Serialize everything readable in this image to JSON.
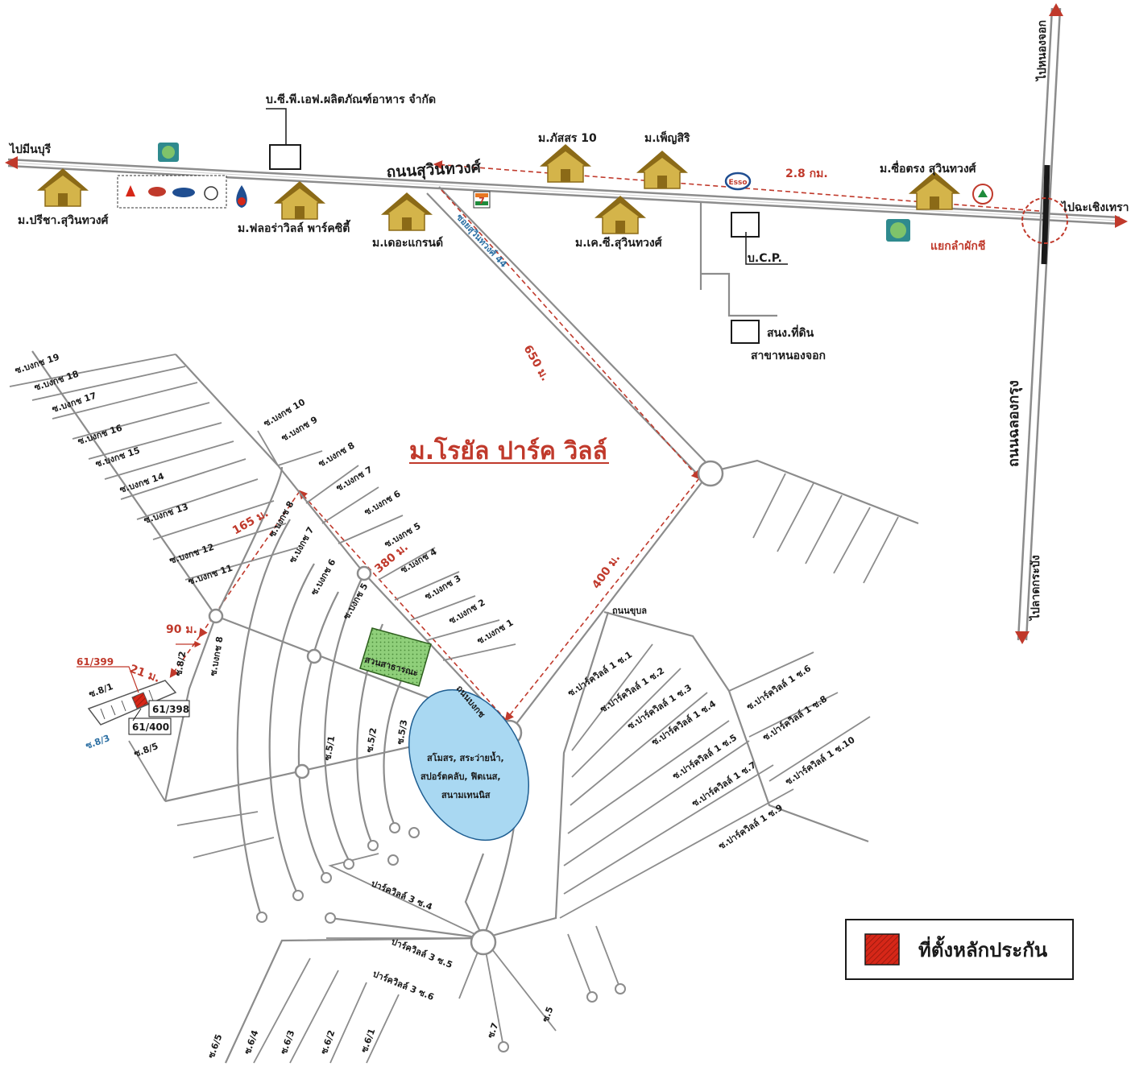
{
  "colors": {
    "road": "#8c8c8c",
    "route": "#c0392b",
    "house_roof": "#8b6a17",
    "house_body": "#d4b44a",
    "lake": "#a9d8f2",
    "park": "#8fcf7a",
    "target": "#d62718",
    "accent": "#c0392b"
  },
  "main_roads": {
    "sukhumvit": "ถนนสุวินทวงศ์",
    "chalong_krung": "ถนนฉลองกรุง",
    "to_minburi": "ไปมีนบุรี",
    "to_chachoengsao": "ไปฉะเชิงเทรา",
    "to_nong_chok": "ไปหนองจอก",
    "to_lat_krabang": "ไปลาดกระบัง",
    "junction": "แยกลำผักชี",
    "soi_44": "ซอยสุวินทวงศ์ 44",
    "main_access": "ถนนบงกช",
    "dead_end": "ถนนขุบล"
  },
  "landmarks": {
    "cpf": "บ.ซี.พี.เอฟ.ผลิตภัณฑ์อาหาร จำกัด",
    "ucp": "บ.C.P.",
    "land_office": "สนง.ที่ดิน",
    "land_office_branch": "สาขาหนองจอก",
    "m_preecha": "ม.ปรีชา.สุวินทวงศ์",
    "m_flora": "ม.ฟลอร่าวิลล์ พาร์คซิตี้",
    "m_grand": "ม.เดอะแกรนด์",
    "m_pasara": "ม.ภัสสร 10",
    "m_phensiri": "ม.เพ็ญสิริ",
    "m_kc": "ม.เค.ซี.สุวินทวงศ์",
    "m_chuetrong": "ม.ซื่อตรง สุวินทวงศ์",
    "esso": "Esso",
    "seven": "7"
  },
  "distances": {
    "d_28km": "2.8 กม.",
    "d_650": "650 ม.",
    "d_400": "400 ม.",
    "d_380": "380 ม.",
    "d_165": "165 ม.",
    "d_90": "90 ม.",
    "d_21": "21 ม."
  },
  "village": {
    "title": "ม.โรยัล ปาร์ค วิลล์",
    "park": "สวนสาธารณะ",
    "lake_line1": "สโมสร, สระว่ายน้ำ,",
    "lake_line2": "สปอร์ตคลับ, ฟิตเนส,",
    "lake_line3": "สนามเทนนิส"
  },
  "bongkot_soi": [
    "ซ.บงกช 1",
    "ซ.บงกช 2",
    "ซ.บงกช 3",
    "ซ.บงกช 4",
    "ซ.บงกช 5",
    "ซ.บงกช 6",
    "ซ.บงกช 7",
    "ซ.บงกช 8",
    "ซ.บงกช 9",
    "ซ.บงกช 10",
    "ซ.บงกช 11",
    "ซ.บงกช 12",
    "ซ.บงกช 13",
    "ซ.บงกช 14",
    "ซ.บงกช 15",
    "ซ.บงกช 16",
    "ซ.บงกช 17",
    "ซ.บงกช 18",
    "ซ.บงกช 19"
  ],
  "bongkot_inner": [
    "ซ.บงกช 5",
    "ซ.บงกช 6",
    "ซ.บงกช 7",
    "ซ.บงกช 8",
    "ซ.บงกช 8"
  ],
  "parkville1_soi": [
    "ซ.ปาร์ควิลล์ 1 ซ.1",
    "ซ.ปาร์ควิลล์ 1 ซ.2",
    "ซ.ปาร์ควิลล์ 1 ซ.3",
    "ซ.ปาร์ควิลล์ 1 ซ.4",
    "ซ.ปาร์ควิลล์ 1 ซ.5",
    "ซ.ปาร์ควิลล์ 1 ซ.6",
    "ซ.ปาร์ควิลล์ 1 ซ.7",
    "ซ.ปาร์ควิลล์ 1 ซ.8",
    "ซ.ปาร์ควิลล์ 1 ซ.9",
    "ซ.ปาร์ควิลล์ 1 ซ.10"
  ],
  "parkville3_soi": [
    "ปาร์ควิลล์ 3 ซ.4",
    "ปาร์ควิลล์ 3 ซ.5",
    "ปาร์ควิลล์ 3 ซ.6"
  ],
  "small_soi": {
    "s81": "ซ.8/1",
    "s82": "ซ.8/2",
    "s83": "ซ.8/3",
    "s85": "ซ.8/5",
    "s51": "ซ.5/1",
    "s52": "ซ.5/2",
    "s53": "ซ.5/3",
    "s5": "ซ.5",
    "s7": "ซ.7",
    "b61": "ซ.6/1",
    "b62": "ซ.6/2",
    "b63": "ซ.6/3",
    "b64": "ซ.6/4",
    "b65": "ซ.6/5"
  },
  "plots": {
    "p399": "61/399",
    "p398": "61/398",
    "p400": "61/400"
  },
  "legend": {
    "label": "ที่ตั้งหลักประกัน"
  }
}
